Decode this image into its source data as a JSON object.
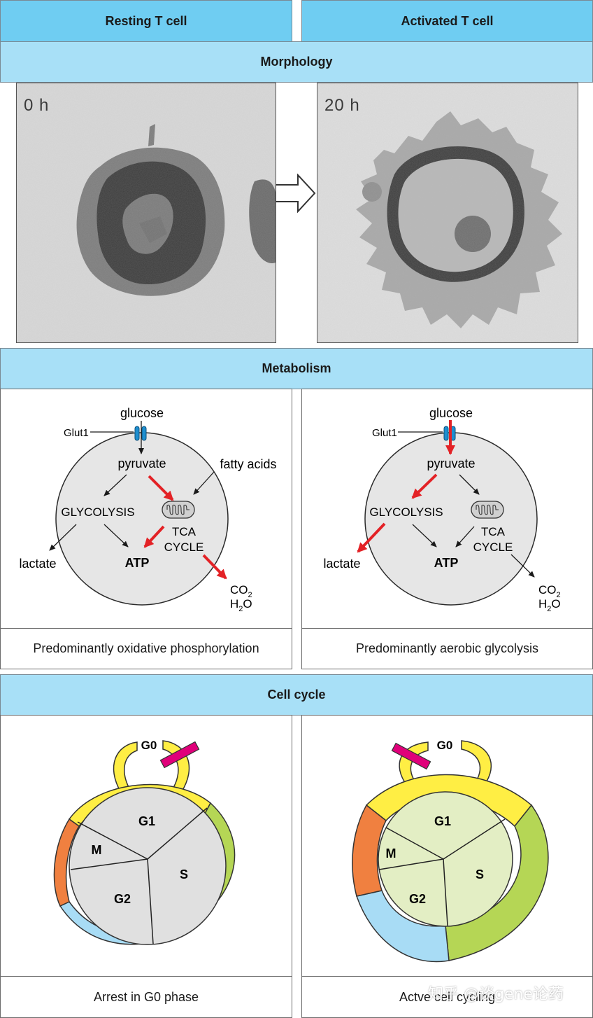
{
  "columns": {
    "left": "Resting T cell",
    "right": "Activated T cell"
  },
  "sections": {
    "morphology": "Morphology",
    "metabolism": "Metabolism",
    "cell_cycle": "Cell cycle"
  },
  "morphology": {
    "left_time": "0 h",
    "right_time": "20 h"
  },
  "metabolism": {
    "left": {
      "glucose": "glucose",
      "glut1": "Glut1",
      "pyruvate": "pyruvate",
      "fatty_acids": "fatty acids",
      "glycolysis": "GLYCOLYSIS",
      "tca": "TCA",
      "cycle": "CYCLE",
      "lactate": "lactate",
      "atp": "ATP",
      "co": "CO",
      "two": "2",
      "h": "H",
      "o": "O",
      "caption": "Predominantly oxidative phosphorylation"
    },
    "right": {
      "glucose": "glucose",
      "glut1": "Glut1",
      "pyruvate": "pyruvate",
      "glycolysis": "GLYCOLYSIS",
      "tca": "TCA",
      "cycle": "CYCLE",
      "lactate": "lactate",
      "atp": "ATP",
      "co": "CO",
      "two": "2",
      "h": "H",
      "o": "O",
      "caption": "Predominantly aerobic glycolysis"
    },
    "colors": {
      "active_arrow": "#e32226",
      "transporter": "#1e8fd0",
      "cell_fill": "#e6e6e6"
    }
  },
  "cell_cycle": {
    "left": {
      "g0": "G0",
      "g1": "G1",
      "s": "S",
      "m": "M",
      "g2": "G2",
      "caption": "Arrest in G0 phase"
    },
    "right": {
      "g0": "G0",
      "g1": "G1",
      "s": "S",
      "m": "M",
      "g2": "G2",
      "caption": "Actve cell cycling"
    },
    "colors": {
      "g0_g1": "#ffee44",
      "s": "#b5d655",
      "g2": "#a8dcf5",
      "m": "#f08040",
      "block": "#e0007a"
    }
  },
  "watermark": "知乎 @谈gene论药"
}
